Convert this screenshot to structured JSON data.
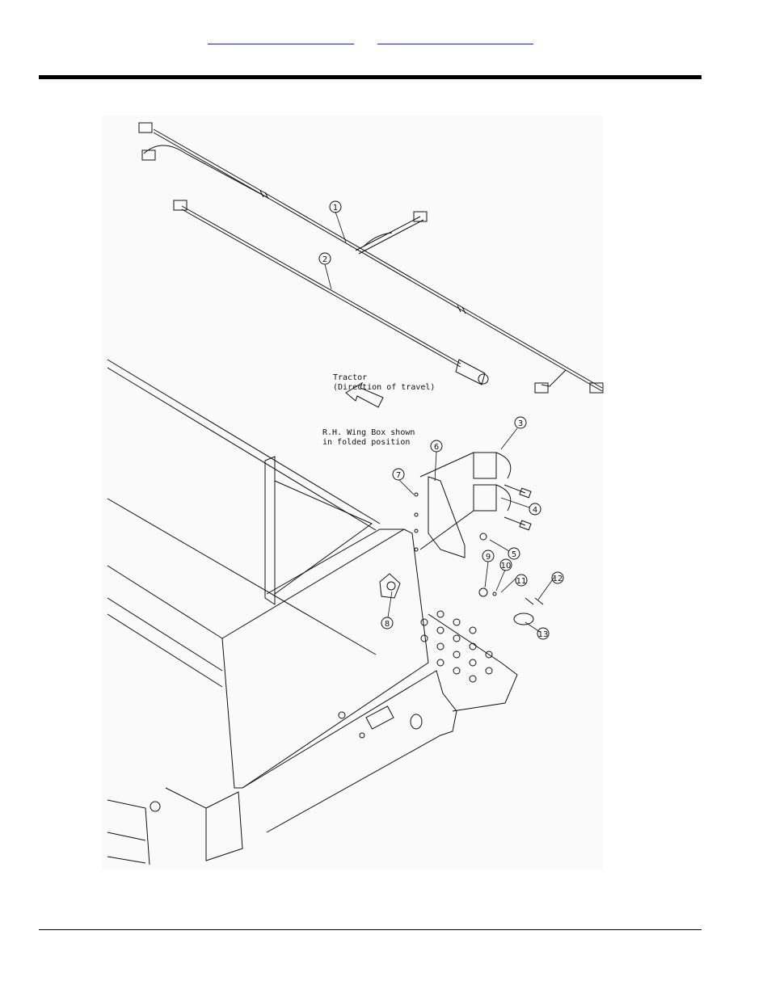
{
  "header": {
    "link_left": "",
    "link_right": ""
  },
  "notes": {
    "tractor_line1": "Tractor",
    "tractor_line2": "(Direction of travel)",
    "wing_line1": "R.H. Wing Box shown",
    "wing_line2": "in folded position"
  },
  "callouts": [
    "1",
    "2",
    "3",
    "4",
    "5",
    "6",
    "7",
    "8",
    "9",
    "10",
    "11",
    "12",
    "13"
  ],
  "colors": {
    "link": "#1a1aff",
    "line": "#111111",
    "paper": "#fafafa"
  }
}
